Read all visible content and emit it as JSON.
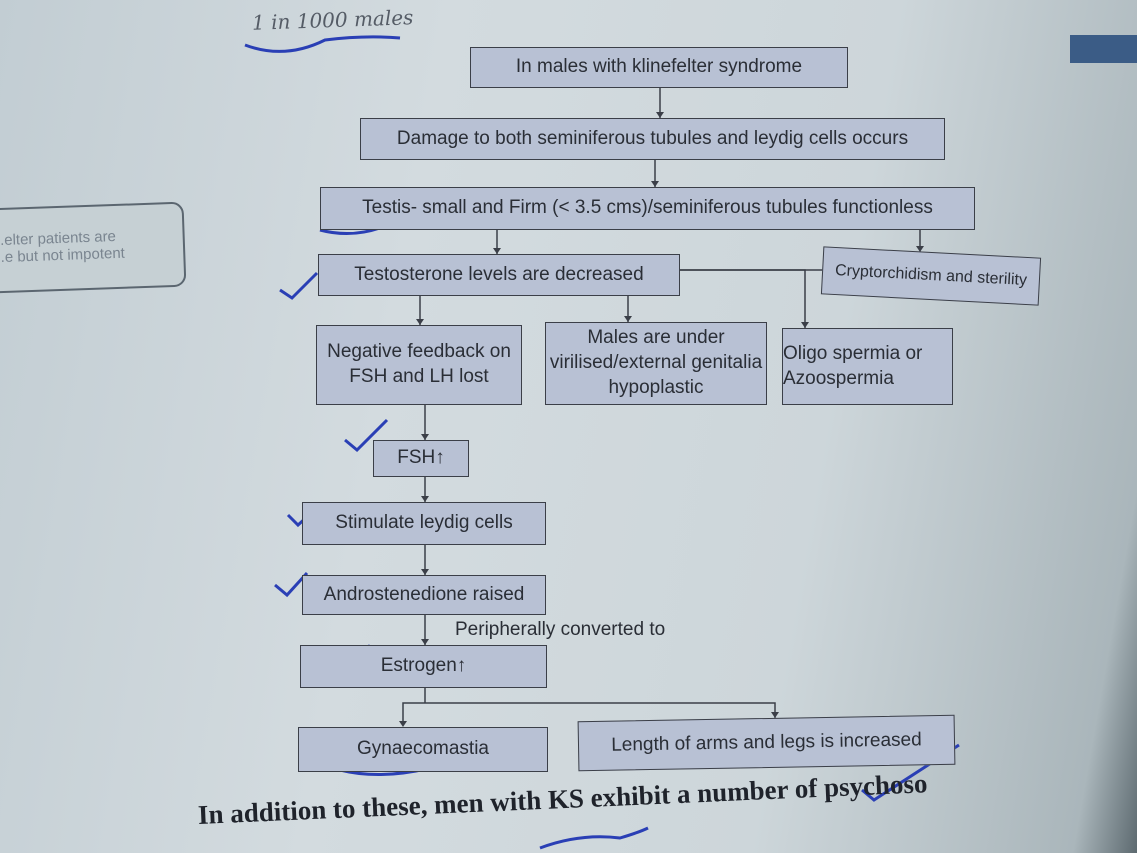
{
  "page_note": "1 in 1000 males",
  "side_note": {
    "line1": "...elter patients are",
    "line2": "...e but not impotent"
  },
  "flowchart": {
    "start": "In males with klinefelter syndrome",
    "damage": "Damage to both seminiferous tubules and leydig cells occurs",
    "testis": "Testis- small and Firm (< 3.5 cms)/seminiferous tubules functionless",
    "testosterone": "Testosterone levels are decreased",
    "cryptorchidism": "Cryptorchidism and sterility",
    "feedback": "Negative feedback on FSH and LH lost",
    "virilised": "Males are under virilised/external genitalia hypoplastic",
    "oligospermia": "Oligo spermia or Azoospermia",
    "fsh": "FSH↑",
    "stimulate": "Stimulate leydig cells",
    "androstenedione": "Androstenedione raised",
    "converted_label": "Peripherally converted to",
    "estrogen": "Estrogen↑",
    "gynaecomastia": "Gynaecomastia",
    "limbs": "Length of arms and legs is increased"
  },
  "body_text": "In addition to these, men with KS exhibit a number of psychoso"
}
